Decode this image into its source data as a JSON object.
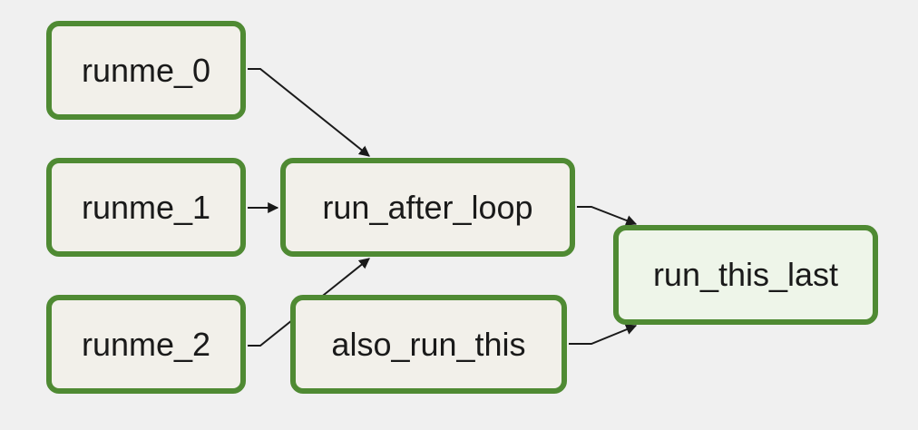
{
  "colors": {
    "background": "#f0f0f0",
    "node_border": "#4f8a33",
    "node_fill": "#f2f0ea",
    "final_node_fill": "#eef5e9",
    "edge": "#1a1a1a"
  },
  "nodes": {
    "runme_0": "runme_0",
    "runme_1": "runme_1",
    "runme_2": "runme_2",
    "run_after_loop": "run_after_loop",
    "also_run_this": "also_run_this",
    "run_this_last": "run_this_last"
  },
  "edges": [
    {
      "from": "runme_0",
      "to": "run_after_loop"
    },
    {
      "from": "runme_1",
      "to": "run_after_loop"
    },
    {
      "from": "runme_2",
      "to": "run_after_loop"
    },
    {
      "from": "run_after_loop",
      "to": "run_this_last"
    },
    {
      "from": "also_run_this",
      "to": "run_this_last"
    }
  ]
}
